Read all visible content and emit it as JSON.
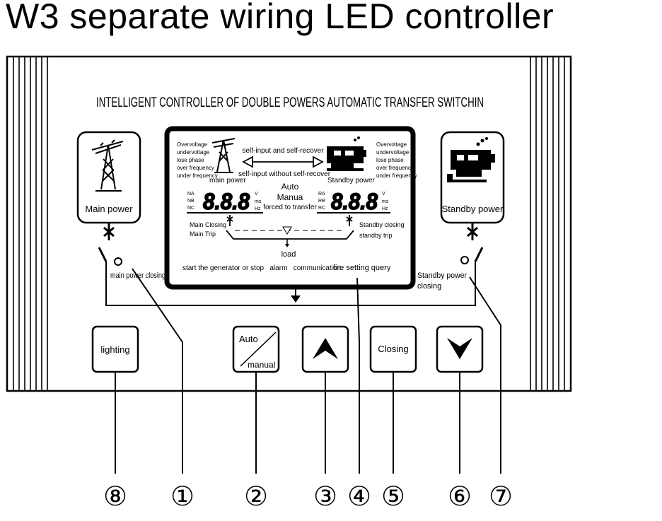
{
  "title": "W3 separate wiring LED controller",
  "header": "INTELLIGENT CONTROLLER OF DOUBLE POWERS AUTOMATIC TRANSFER SWITCHIN",
  "main_power_label": "Main power",
  "standby_power_label": "Standby power",
  "main_power_closing": "main power closing",
  "standby_power_closing": [
    "Standby power",
    "closing"
  ],
  "lcd": {
    "faults_left": [
      "Overvoltage",
      "undervoltage",
      "lose phase",
      "over frequency",
      "under frequency"
    ],
    "faults_right": [
      "Overvoltage",
      "undervoltage",
      "lose phase",
      "over frequency",
      "under frequency"
    ],
    "self_input_recover": "self-input and self-recover",
    "self_input_no_recover": "self-input without self-recover",
    "main_power": "main power",
    "standby_power": "Standby power",
    "phases_left": [
      "NA",
      "NB",
      "NC"
    ],
    "phases_right": [
      "RA",
      "RB",
      "RC"
    ],
    "digits": "8.8.8",
    "units": [
      "V",
      "ms",
      "Hz"
    ],
    "auto": "Auto",
    "manua": "Manua",
    "forced": "forced to transfer",
    "main_closing": "Main Closing",
    "main_trip": "Main Trip",
    "standby_closing": "Standby closing",
    "standby_trip": "standby trip",
    "load": "load",
    "bottom_row": "start the generator or stop   alarm   communication",
    "fire_query": "fire setting query"
  },
  "buttons": {
    "lighting": "lighting",
    "auto": "Auto",
    "manual": "manual",
    "up": "up-arrow-icon",
    "closing": "Closing",
    "down": "down-arrow-icon"
  },
  "callouts": [
    "⑧",
    "①",
    "②",
    "③",
    "④",
    "⑤",
    "⑥",
    "⑦"
  ]
}
